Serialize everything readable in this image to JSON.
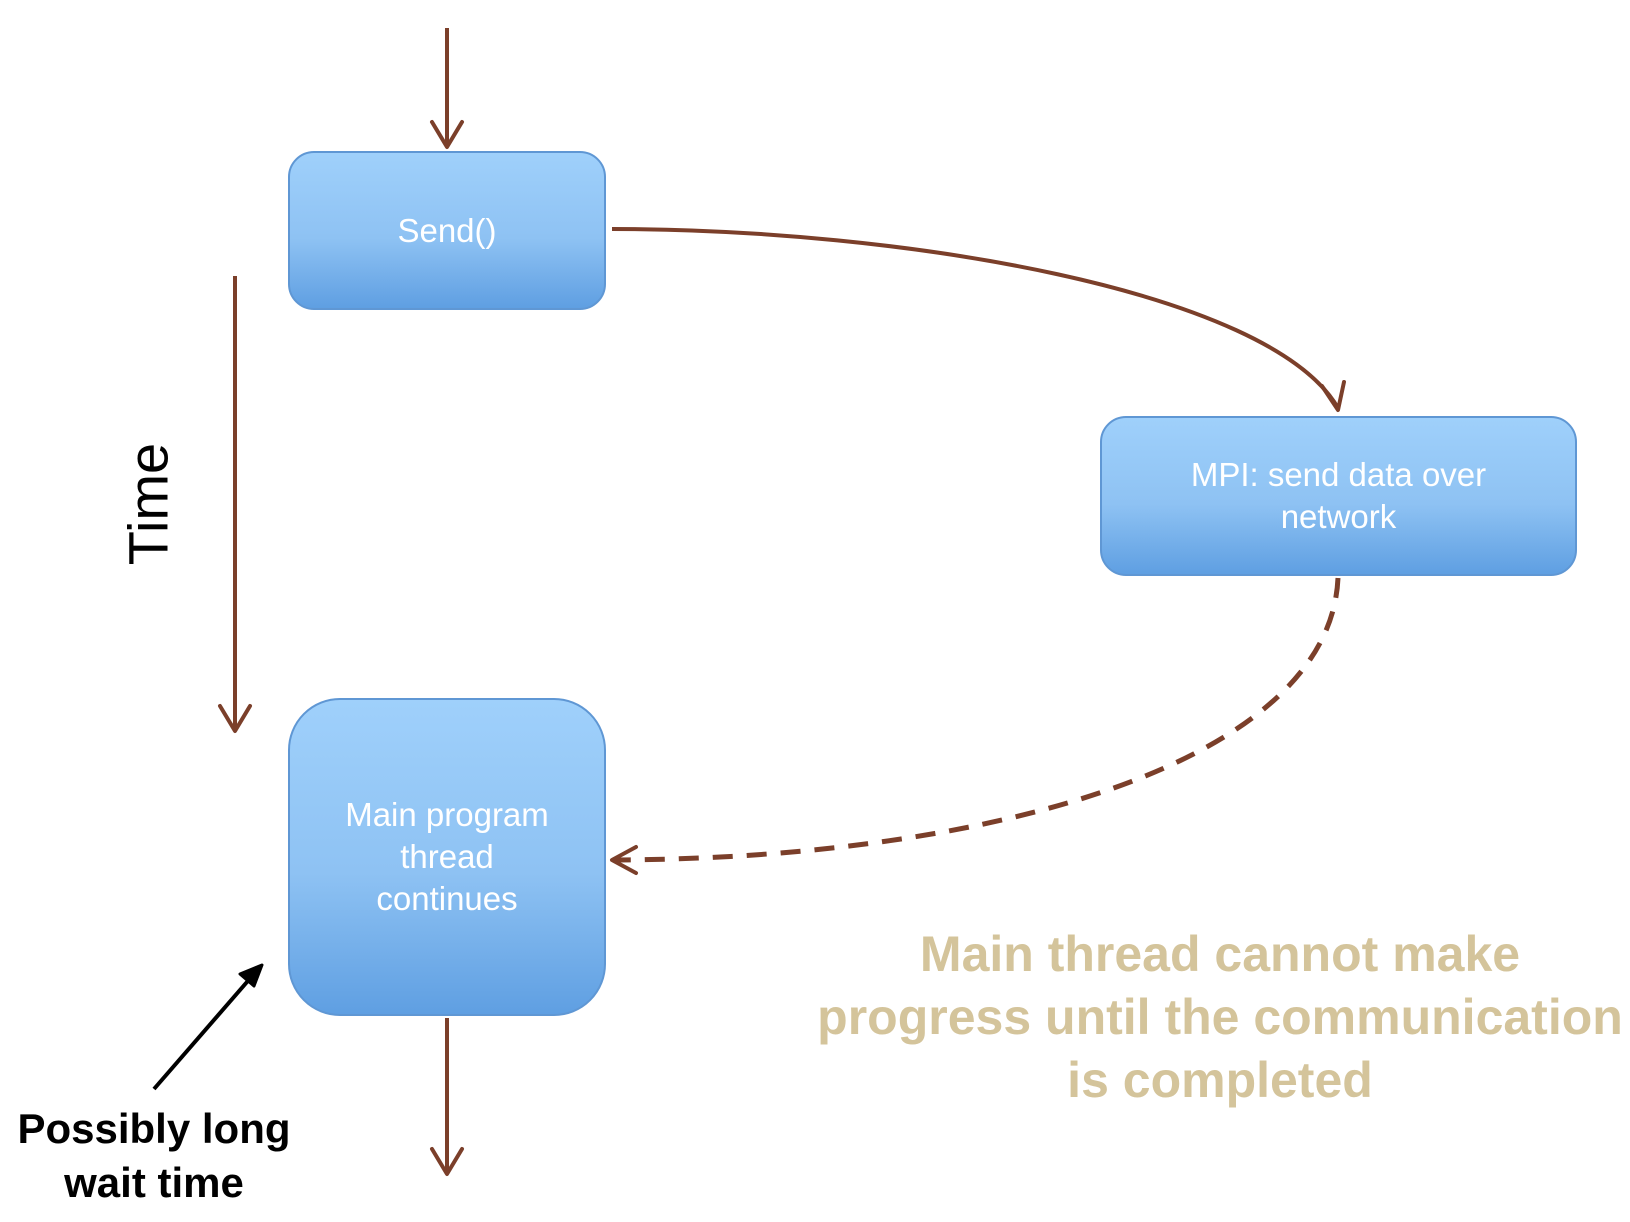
{
  "diagram": {
    "nodes": {
      "send": {
        "label": "Send()"
      },
      "mpi": {
        "label": "MPI: send data over\nnetwork"
      },
      "main": {
        "label": "Main program\nthread\ncontinues"
      }
    },
    "annotations": {
      "time": "Time",
      "note": "Main thread cannot make\nprogress until the communication\nis completed",
      "wait": "Possibly long\nwait time"
    },
    "colors": {
      "arrow": "#7b3f2a",
      "node_fill_top": "#9fd0fb",
      "node_fill_bottom": "#5f9fe2",
      "node_border": "#5f97d4",
      "node_text": "#ffffff",
      "note_text": "#d4c49b"
    }
  }
}
